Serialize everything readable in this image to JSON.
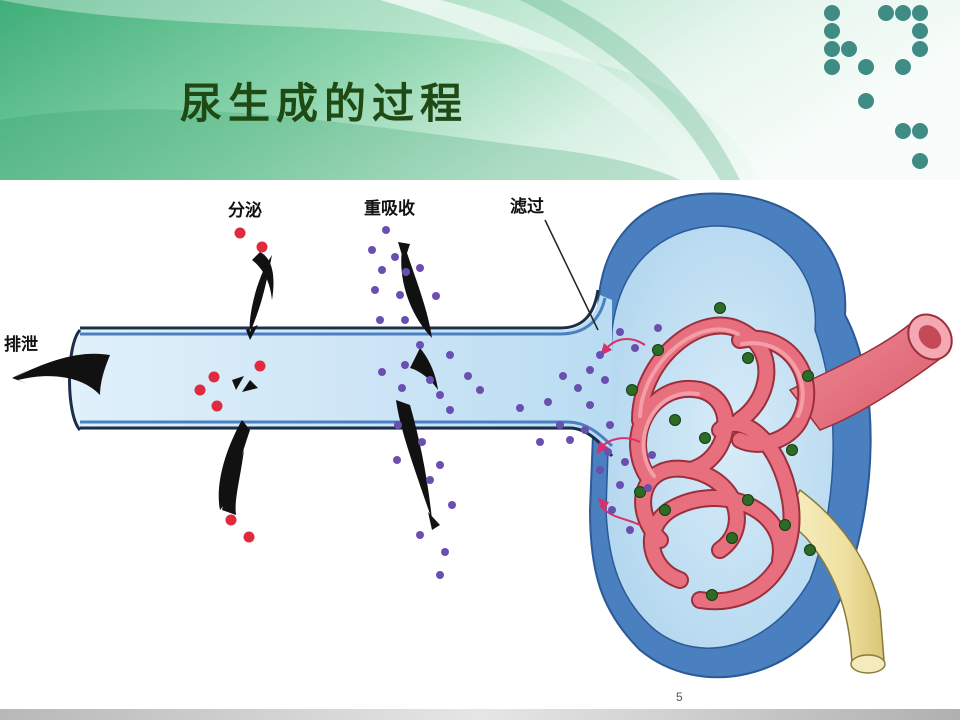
{
  "slide": {
    "title": "尿生成的过程",
    "page_number": "5"
  },
  "diagram": {
    "labels": {
      "secretion": "分泌",
      "reabsorption": "重吸收",
      "filtration": "滤过",
      "excretion": "排泄"
    }
  },
  "colors": {
    "title": "#1f4a14",
    "header_green": "#5fbf8d",
    "dot_teal": "#3f8c85",
    "capsule_blue": "#4a7fc0",
    "tubule_fill": "#c8e4f4",
    "capillary_pink": "#e8707e",
    "secreted_particle": "#e02a3d",
    "reabsorbed_particle": "#6a4fb0",
    "blood_cell": "#2e6b27",
    "vessel_cream": "#f2e7ae"
  }
}
